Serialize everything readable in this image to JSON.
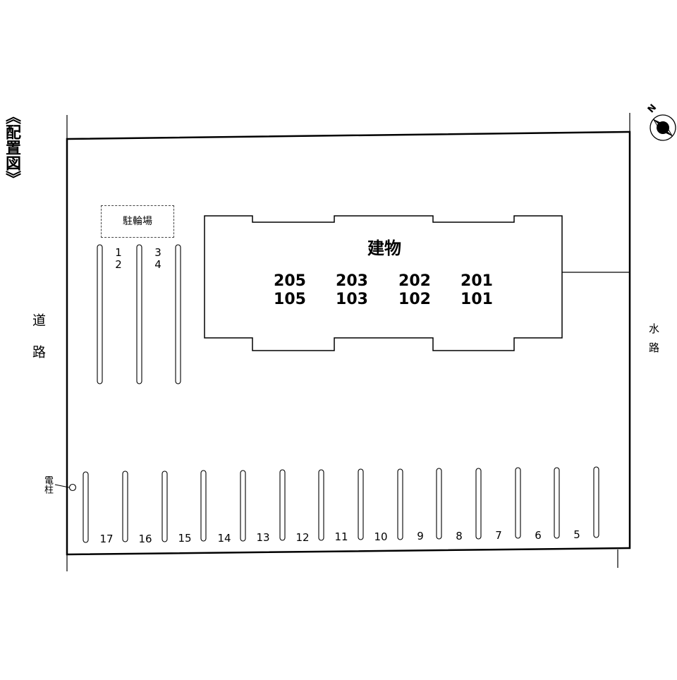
{
  "title": "《配置図》",
  "road_label": "道路",
  "waterway_label": "水路",
  "north_label": "N",
  "utility_pole_label": "電柱",
  "bicycle_parking": {
    "label": "駐輪場",
    "numbers": [
      {
        "top": "1",
        "bottom": "2"
      },
      {
        "top": "3",
        "bottom": "4"
      }
    ]
  },
  "building": {
    "label": "建物",
    "units": [
      {
        "upper": "205",
        "lower": "105"
      },
      {
        "upper": "203",
        "lower": "103"
      },
      {
        "upper": "202",
        "lower": "102"
      },
      {
        "upper": "201",
        "lower": "101"
      }
    ]
  },
  "parking_spaces": [
    "17",
    "16",
    "15",
    "14",
    "13",
    "12",
    "11",
    "10",
    "9",
    "8",
    "7",
    "6",
    "5"
  ]
}
